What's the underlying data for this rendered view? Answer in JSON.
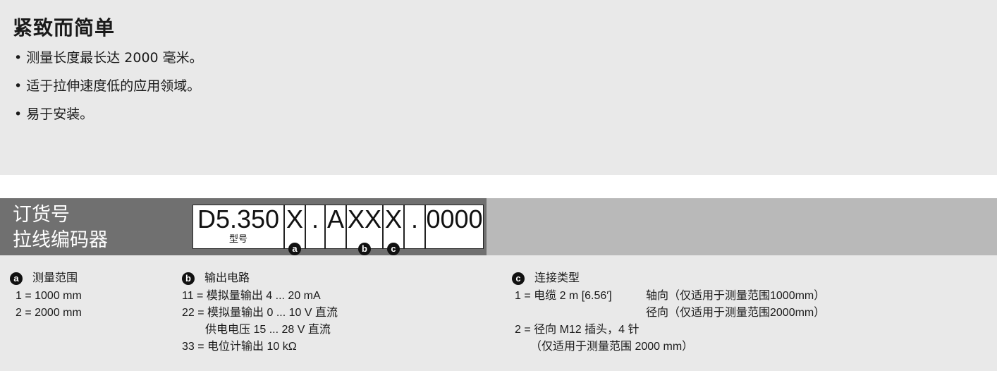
{
  "title": "紧致而简单",
  "bullets": [
    "测量长度最长达 2000 毫米。",
    "适于拉伸速度低的应用领域。",
    "易于安装。"
  ],
  "order": {
    "label_line1": "订货号",
    "label_line2": "拉线编码器",
    "code": [
      "D5.350",
      "X",
      ".",
      "A",
      "XX",
      "X",
      ".",
      "0000"
    ],
    "model_label": "型号",
    "markers": [
      "a",
      "b",
      "c"
    ]
  },
  "sections": {
    "a": {
      "marker": "a",
      "title": "测量范围",
      "lines": [
        "1 = 1000 mm",
        "2 = 2000 mm"
      ]
    },
    "b": {
      "marker": "b",
      "title": "输出电路",
      "lines": [
        "11 = 模拟量输出 4 ... 20 mA",
        "22 = 模拟量输出 0 ... 10 V 直流",
        "供电电压 15 ... 28 V 直流",
        "33 = 电位计输出 10 kΩ"
      ]
    },
    "c": {
      "marker": "c",
      "title": "连接类型",
      "line1_prefix": "1 = 电缆 2 m [6.56′]",
      "line1_a": "轴向（仅适用于测量范围1000mm）",
      "line1_b": "径向（仅适用于测量范围2000mm）",
      "line2": "2 = 径向 M12 插头，4 针",
      "line3": "（仅适用于测量范围 2000 mm）"
    }
  }
}
